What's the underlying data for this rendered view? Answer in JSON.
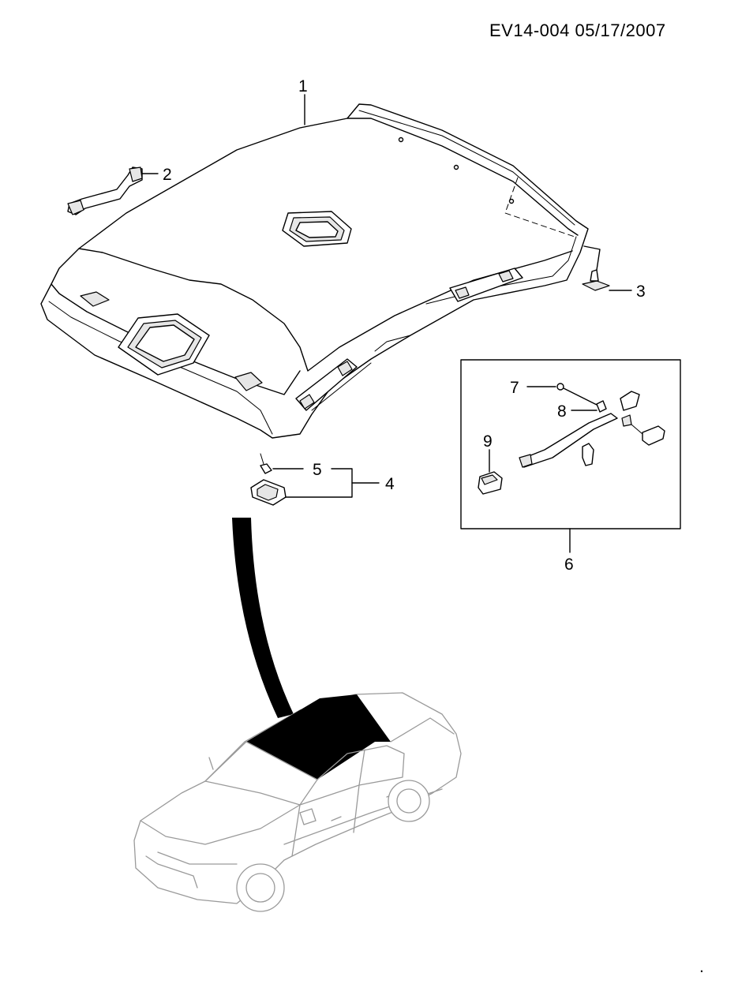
{
  "header": {
    "code": "EV14-004  05/17/2007"
  },
  "callouts": {
    "c1": "1",
    "c2": "2",
    "c3": "3",
    "c4": "4",
    "c5": "5",
    "c6": "6",
    "c7": "7",
    "c8": "8",
    "c9": "9"
  },
  "corner_mark": "."
}
